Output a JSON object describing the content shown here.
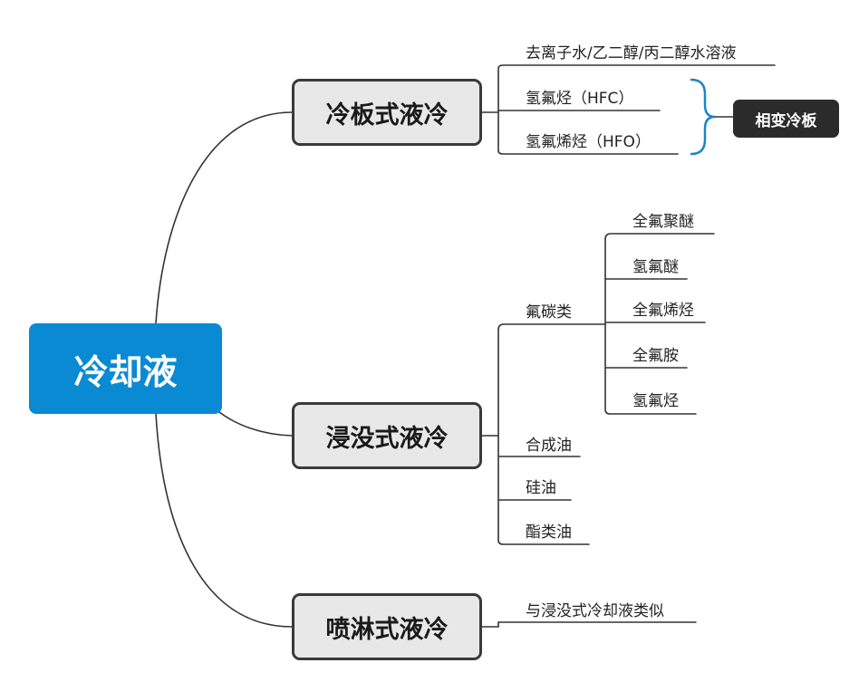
{
  "root": {
    "label": "冷却液"
  },
  "branches": [
    {
      "label": "冷板式液冷",
      "children": [
        "去离子水/乙二醇/丙二醇水溶液",
        "氢氟烃（HFC）",
        "氢氟烯烃（HFO）"
      ],
      "tag": "相变冷板"
    },
    {
      "label": "浸没式液冷",
      "children": [
        "氟碳类",
        "合成油",
        "硅油",
        "酯类油"
      ],
      "subchildren": [
        "全氟聚醚",
        "氢氟醚",
        "全氟烯烃",
        "全氟胺",
        "氢氟烃"
      ]
    },
    {
      "label": "喷淋式液冷",
      "children": [
        "与浸没式冷却液类似"
      ]
    }
  ],
  "colors": {
    "root": "#0a8ad2",
    "bracket": "#1a86c8",
    "line": "#333333"
  }
}
